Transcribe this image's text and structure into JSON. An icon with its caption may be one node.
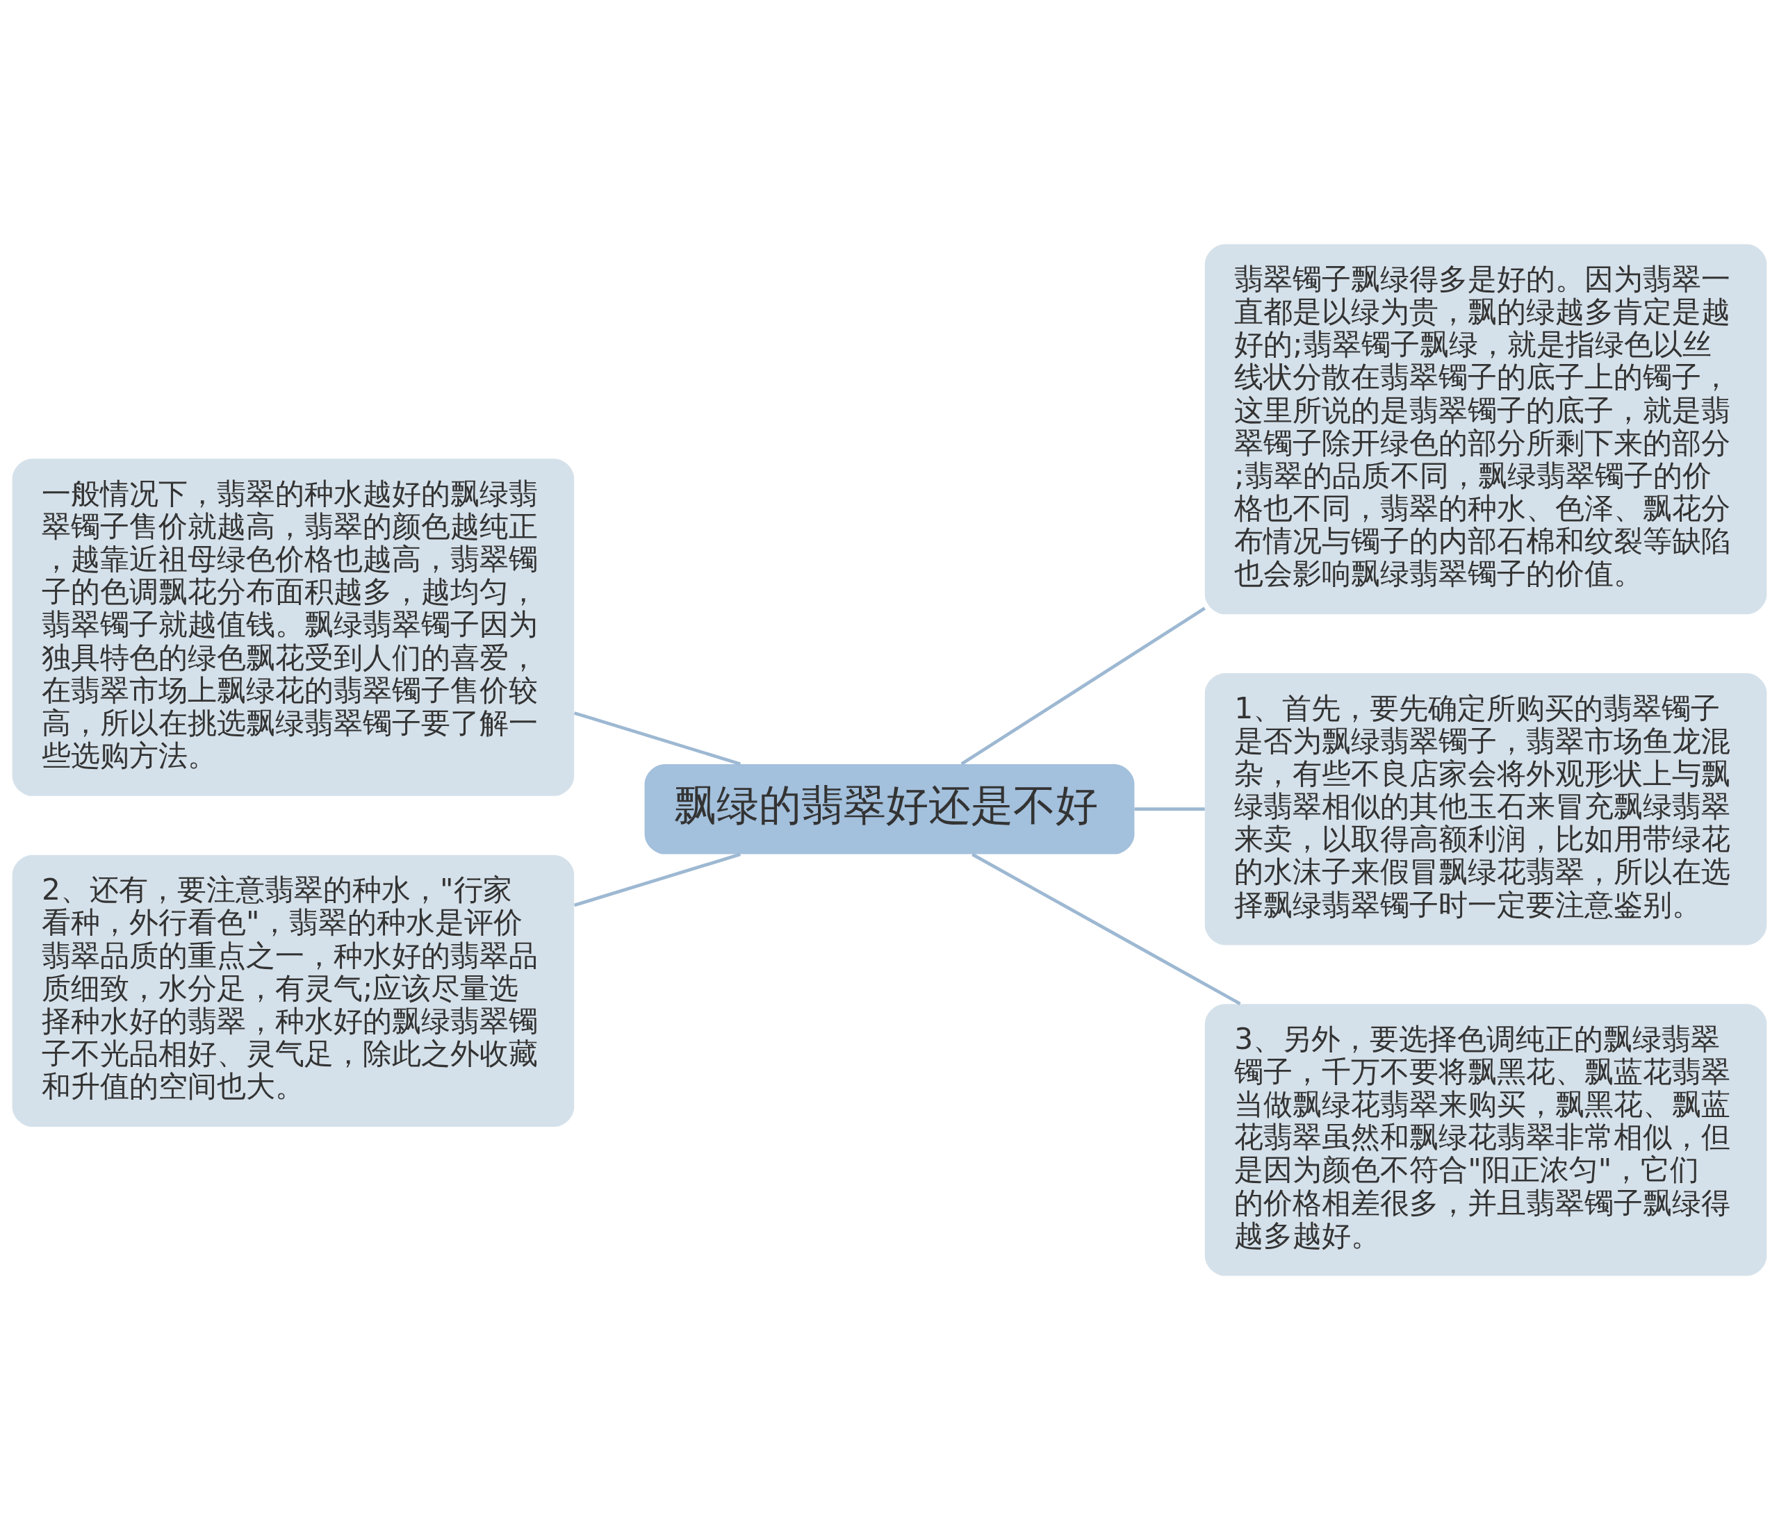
{
  "diagram": {
    "nodes": [
      {
        "text": [
          "飘绿的翡翠好还是不好"
        ]
      },
      {
        "text": [
          "一般情况下，翡翠的种水越好的飘绿翡翠镯子售价就越高，翡翠的颜色越纯正，越靠近祖母绿色价格也越高，翡翠镯子的色调飘花分布面积越多，越均匀，翡翠镯子就越值钱。飘绿翡翠镯子因为独具特色的绿色飘花受到人们的喜爱，在翡翠市场上飘绿花的翡翠镯子售价较高，所以在挑选飘绿翡翠镯子要了解一些选购方法。"
        ]
      },
      {
        "text": [
          "2、还有，要注意翡翠的种水，\"行家看种，外行看色\"，翡翠的种水是评价翡翠品质的重点之一，种水好的翡翠品质细致，水分足，有灵气;应该尽量选择种水好的翡翠，种水好的飘绿翡翠镯子不光品相好、灵气足，除此之外收藏和升值的空间也大。"
        ]
      },
      {
        "text": [
          "翡翠镯子飘绿得多是好的。因为翡翠一直都是以绿为贵，飘的绿越多肯定是越好的;翡翠镯子飘绿，就是指绿色以丝线状分散在翡翠镯子的底子上的镯子，这里所说的是翡翠镯子的底子，就是翡翠镯子除开绿色的部分所剩下来的部分;翡翠的品质不同，飘绿翡翠镯子的价格也不同，翡翠的种水、色泽、飘花分布情况与镯子的内部石棉和纹裂等缺陷也会影响飘绿翡翠镯子的价值。"
        ]
      },
      {
        "text": [
          "1、首先，要先确定所购买的翡翠镯子是否为飘绿翡翠镯子，翡翠市场鱼龙混杂，有些不良店家会将外观形状上与飘绿翡翠相似的其他玉石来冒充飘绿翡翠来卖，以取得高额利润，比如用带绿花的水沫子来假冒飘绿花翡翠，所以在选择飘绿翡翠镯子时一定要注意鉴别。"
        ]
      },
      {
        "text": [
          "3、另外，要选择色调纯正的飘绿翡翠镯子，千万不要将飘黑花、飘蓝花翡翠当做飘绿花翡翠来购买，飘黑花、飘蓝花翡翠虽然和飘绿花翡翠非常相似，但是因为颜色不符合\"阳正浓匀\"，它们的价格相差很多，并且翡翠镯子飘绿得越多越好。"
        ]
      }
    ],
    "edges": [
      {
        "from": 0,
        "to": 1,
        "arrow": "none"
      },
      {
        "from": 0,
        "to": 2,
        "arrow": "none"
      },
      {
        "from": 0,
        "to": 3,
        "arrow": "none"
      },
      {
        "from": 0,
        "to": 4,
        "arrow": "none"
      },
      {
        "from": 0,
        "to": 5,
        "arrow": "none"
      }
    ]
  }
}
